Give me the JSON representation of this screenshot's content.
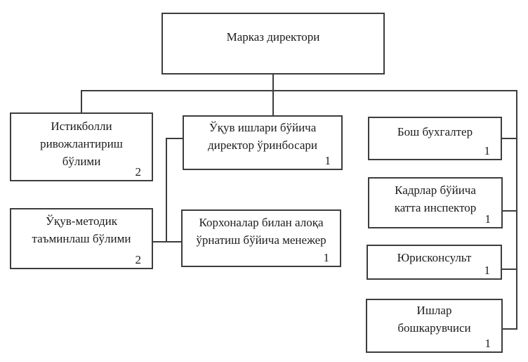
{
  "org_chart": {
    "root": {
      "label": "Марказ директори"
    },
    "left_column": [
      {
        "label": "Истикболли\nривожлантириш\nбўлими",
        "count": "2"
      },
      {
        "label": "Ўқув-методик\nтаъминлаш бўлими",
        "count": "2"
      }
    ],
    "middle_column": [
      {
        "label": "Ўқув ишлари бўйича\nдиректор ўринбосари",
        "count": "1"
      },
      {
        "label": "Корхоналар билан алоқа\nўрнатиш бўйича менежер",
        "count": "1"
      }
    ],
    "right_column": [
      {
        "label": "Бош бухгалтер",
        "count": "1"
      },
      {
        "label": "Кадрлар бўйича\nкатта инспектор",
        "count": "1"
      },
      {
        "label": "Юрисконсульт",
        "count": "1"
      },
      {
        "label": "Ишлар\nбошкарувчиси",
        "count": "1"
      }
    ],
    "colors": {
      "line": "#3d3d3d",
      "text": "#1c1c1c",
      "background": "#ffffff"
    }
  }
}
